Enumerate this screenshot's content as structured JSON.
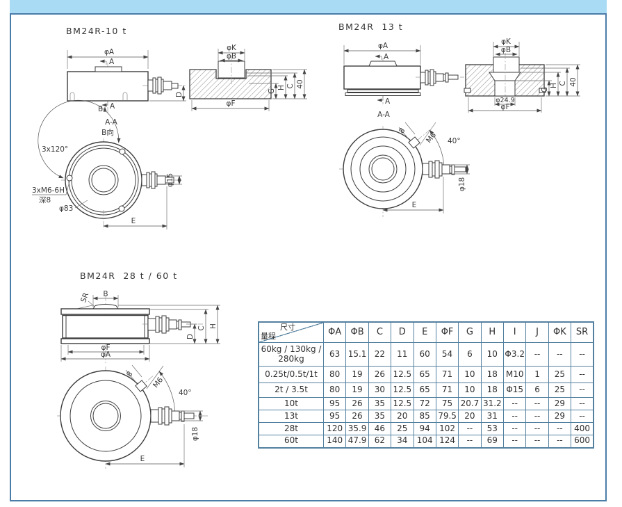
{
  "page": {
    "band_color": "#a9dbf4",
    "frame_border_color": "#4a7ca8",
    "table_border_color": "#53809f"
  },
  "drawings": {
    "bm24r_10t": {
      "title": "BM24R-10 t",
      "labels": {
        "phiA": "φA",
        "A": "A",
        "B": "B",
        "D": "D",
        "phiK": "φK",
        "phiB": "φB",
        "G": "G",
        "H": "H",
        "C": "C",
        "forty": "40",
        "phiF": "φF",
        "section": "A-A",
        "b_dir": "B向",
        "three_by_120": "3x120°",
        "bolt_spec": "3xM6-6H",
        "bolt_depth": "深8",
        "phi83": "φ83",
        "phi15": "φ15",
        "E": "E"
      }
    },
    "bm24r_13t": {
      "title": "BM24R  13 t",
      "labels": {
        "phiA": "φA",
        "A": "A",
        "section": "A-A",
        "phiK": "φK",
        "phiB": "φB",
        "G": "G",
        "H": "H",
        "C": "C",
        "forty": "40",
        "phi24_9": "φ24.9",
        "phiF": "φF",
        "eight": "8",
        "m6": "M6",
        "deg40": "40°",
        "phi18": "φ18",
        "E": "E"
      }
    },
    "bm24r_28t_60t": {
      "title": "BM24R  28 t / 60 t",
      "labels": {
        "sr": "SR",
        "B": "B",
        "D": "D",
        "C": "C",
        "H": "H",
        "phiF": "φF",
        "phiA": "φA",
        "eight": "8",
        "m6": "M6",
        "deg40": "40°",
        "phi18": "φ18",
        "E": "E"
      }
    }
  },
  "table": {
    "corner": {
      "top": "尺寸",
      "bottom": "量程"
    },
    "columns": [
      "ΦA",
      "ΦB",
      "C",
      "D",
      "E",
      "ΦF",
      "G",
      "H",
      "I",
      "J",
      "ΦK",
      "SR"
    ],
    "rows": [
      {
        "label": "60kg / 130kg / 280kg",
        "values": [
          "63",
          "15.1",
          "22",
          "11",
          "60",
          "54",
          "6",
          "10",
          "Φ3.2",
          "--",
          "--",
          "--"
        ]
      },
      {
        "label": "0.25t/0.5t/1t",
        "values": [
          "80",
          "19",
          "26",
          "12.5",
          "65",
          "71",
          "10",
          "18",
          "M10",
          "1",
          "25",
          "--"
        ]
      },
      {
        "label": "2t / 3.5t",
        "values": [
          "80",
          "19",
          "30",
          "12.5",
          "65",
          "71",
          "10",
          "18",
          "Φ15",
          "6",
          "25",
          "--"
        ]
      },
      {
        "label": "10t",
        "values": [
          "95",
          "26",
          "35",
          "12.5",
          "72",
          "75",
          "20.7",
          "31.2",
          "--",
          "--",
          "29",
          "--"
        ]
      },
      {
        "label": "13t",
        "values": [
          "95",
          "26",
          "35",
          "20",
          "85",
          "79.5",
          "20",
          "31",
          "--",
          "--",
          "29",
          "--"
        ]
      },
      {
        "label": "28t",
        "values": [
          "120",
          "35.9",
          "46",
          "25",
          "94",
          "102",
          "--",
          "53",
          "--",
          "--",
          "--",
          "400"
        ]
      },
      {
        "label": "60t",
        "values": [
          "140",
          "47.9",
          "62",
          "34",
          "104",
          "124",
          "--",
          "69",
          "--",
          "--",
          "--",
          "600"
        ]
      }
    ]
  }
}
